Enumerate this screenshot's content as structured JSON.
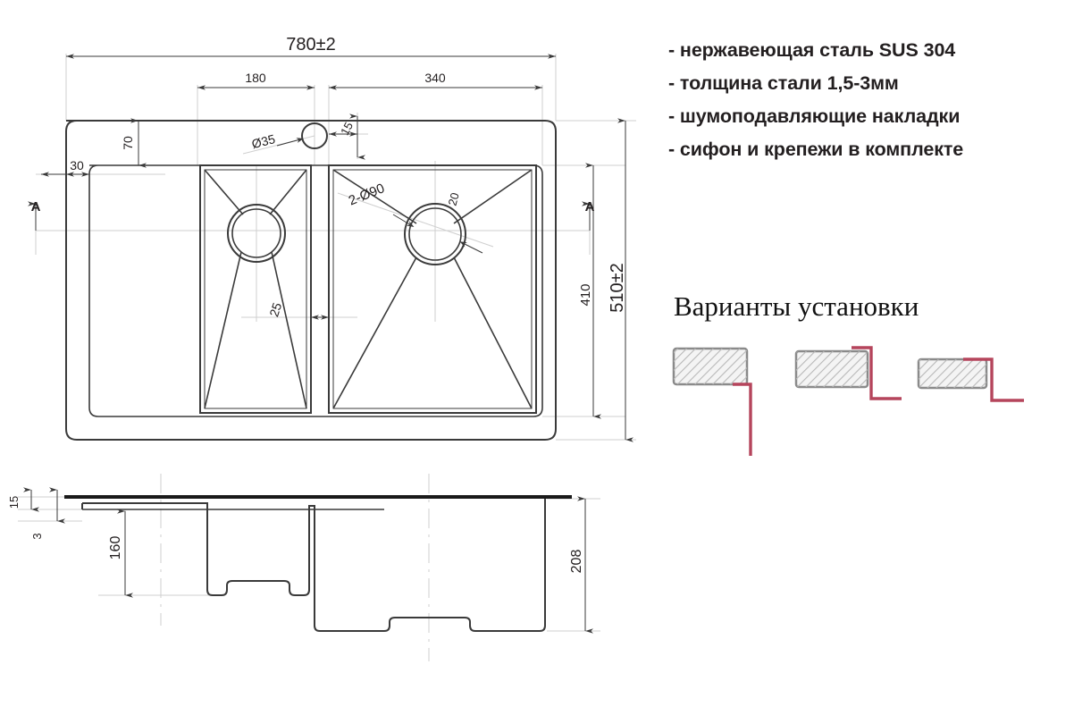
{
  "features": {
    "items": [
      "- нержавеющая сталь SUS 304",
      "- толщина стали 1,5-3мм",
      "- шумоподавляющие накладки",
      "- сифон и крепежи в комплекте"
    ]
  },
  "install": {
    "title": "Варианты установки",
    "variants": [
      {
        "name": "undermount"
      },
      {
        "name": "flushmount"
      },
      {
        "name": "overmount"
      }
    ]
  },
  "drawing": {
    "top_view": {
      "dim_width_total": "780±2",
      "dim_depth_total": "510±2",
      "dim_depth_inner": "410",
      "dim_left_bowl_width": "180",
      "dim_right_bowl_width": "340",
      "dim_top_margin": "70",
      "dim_left_margin": "30",
      "dim_faucet_hole": "Ø35",
      "dim_faucet_offset": "15",
      "dim_divider": "25",
      "dim_drains": "2-Ø90",
      "dim_drain_small": "20",
      "section_marker_left": "A",
      "section_marker_right": "A"
    },
    "section_view": {
      "dim_rim_15": "15",
      "dim_rim_3": "3",
      "dim_left_depth": "160",
      "dim_right_depth": "208"
    }
  },
  "colors": {
    "line": "#3a3a3a",
    "thin_line": "#cfcfcf",
    "text": "#231f20",
    "accent_red": "#b5455c",
    "hatch_fill": "#f2f2f2",
    "hatch_stroke": "#b8b8b8",
    "block_border": "#8a8a8a"
  }
}
